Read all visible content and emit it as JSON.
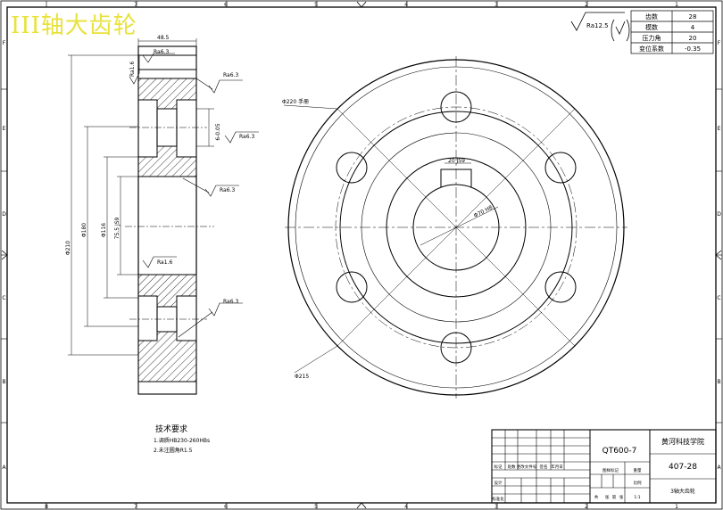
{
  "title": "III轴大齿轮",
  "border": {
    "top_numbers": [
      "8",
      "7",
      "6",
      "5",
      "4",
      "3",
      "2",
      "1"
    ],
    "bottom_numbers": [
      "8",
      "7",
      "6",
      "5",
      "4",
      "3",
      "2",
      "1"
    ],
    "side_letters": [
      "F",
      "E",
      "D",
      "C",
      "B",
      "A"
    ]
  },
  "param_table": [
    {
      "label": "齿数",
      "value": "28"
    },
    {
      "label": "模数",
      "value": "4"
    },
    {
      "label": "压力角",
      "value": "20"
    },
    {
      "label": "变位系数",
      "value": "-0.35"
    }
  ],
  "general_roughness": "Ra12.5",
  "section_labels": {
    "top_width": "48.5",
    "ra_top_left": "Ra6.3",
    "ra_bore_top": "Ra1.6",
    "ra_hub_side": "Ra6.3",
    "keyway_depth": "6-0.05",
    "ra_key_side": "Ra6.3",
    "ra_lower_face": "Ra6.3",
    "ra_bore_bottom": "Ra1.6",
    "ra_rim_bottom": "Ra6.3",
    "d_outer": "Φ210",
    "d_rim": "Φ180",
    "d_hub": "Φ116",
    "d_bore": "75.5 JS9"
  },
  "view_labels": {
    "key_width": "20 JS9",
    "bore_dia": "Φ70 H8",
    "hole_circle": "Φ220 手册",
    "outer_dia": "Φ215"
  },
  "notes": {
    "heading": "技术要求",
    "items": [
      "1.调质HB230-260HBs",
      "2.未注圆角R1.5"
    ]
  },
  "title_block": {
    "material": "QT600-7",
    "school": "黄河科技学院",
    "drawing_no": "407-28",
    "part_name": "3轴大齿轮",
    "row_labels": [
      "标记",
      "处数",
      "更改文件号",
      "签名",
      "年月日"
    ],
    "design_labels": [
      "设计",
      "标准化",
      "图样标记",
      "重量",
      "比例"
    ],
    "scale": "1:1",
    "sheet_labels": [
      "共",
      "张",
      "第",
      "张"
    ]
  }
}
